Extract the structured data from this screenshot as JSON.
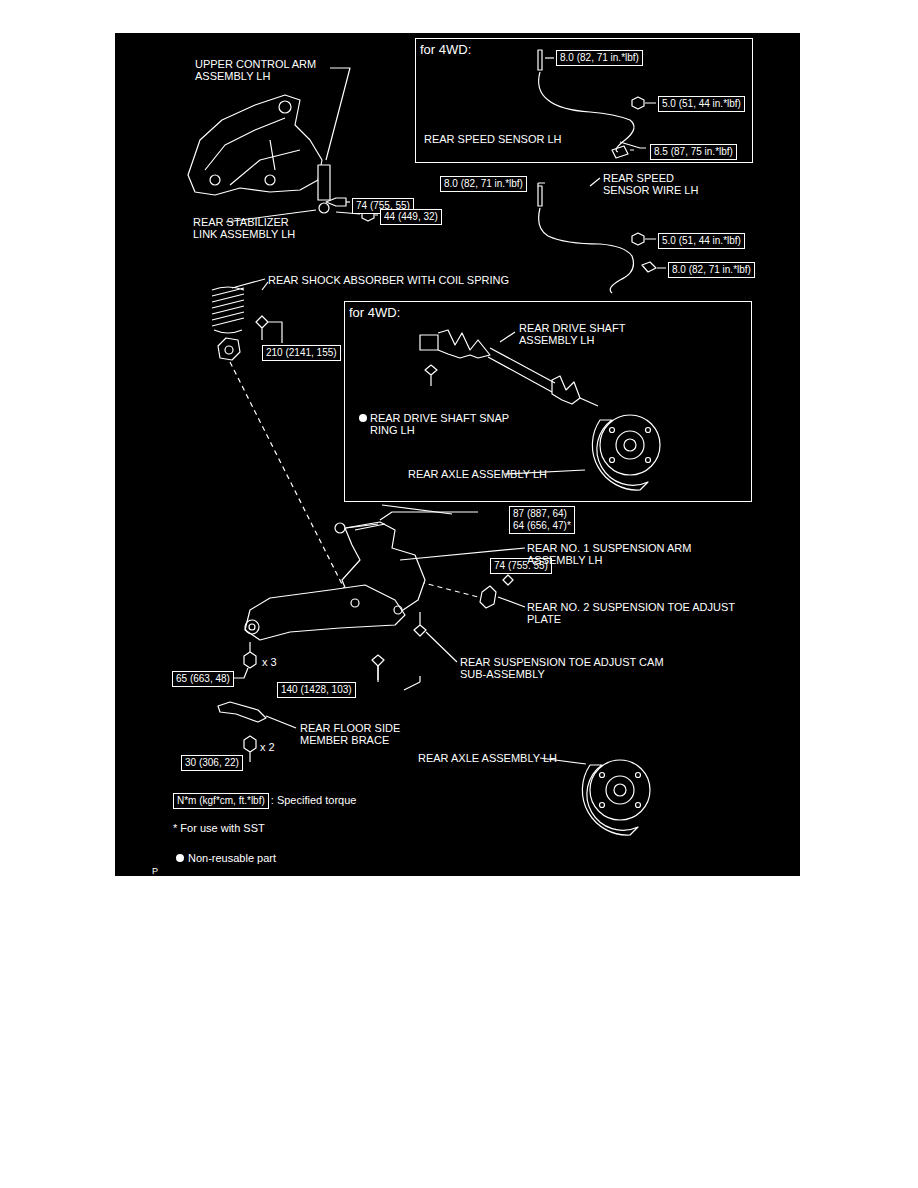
{
  "diagram": {
    "nodes": [
      {
        "text": [
          "for 4WD:"
        ]
      },
      {
        "text": [
          "8.0 (82, 71 in.*lbf)"
        ],
        "in": 0
      },
      {
        "text": [
          "5.0 (51, 44 in.*lbf)"
        ],
        "in": 0
      },
      {
        "text": [
          "8.5 (87, 75 in.*lbf)"
        ],
        "in": 0
      },
      {
        "text": [
          "74 (755, 55)"
        ]
      },
      {
        "text": [
          "8.0 (82, 71 in.*lbf)"
        ]
      },
      {
        "text": [
          "44 (449, 32)"
        ]
      },
      {
        "text": [
          "5.0 (51, 44 in.*lbf)"
        ]
      },
      {
        "text": [
          "8.0 (82, 71 in.*lbf)"
        ]
      },
      {
        "text": [
          "210 (2141, 155)"
        ]
      },
      {
        "text": [
          "for 4WD:"
        ]
      },
      {
        "text": [
          "87 (887, 64)",
          "64 (656, 47)*"
        ]
      },
      {
        "text": [
          "74 (755. 55)"
        ]
      },
      {
        "text": [
          "65 (663, 48)"
        ]
      },
      {
        "text": [
          "140 (1428, 103)"
        ]
      },
      {
        "text": [
          "30 (306, 22)"
        ]
      },
      {
        "text": [
          "N*m (kgf*cm, ft.*lbf)"
        ]
      }
    ],
    "labels": [
      "UPPER CONTROL ARM ASSEMBLY LH",
      "REAR SPEED SENSOR LH",
      "REAR STABILIZER LINK ASSEMBLY LH",
      "REAR SPEED SENSOR WIRE LH",
      "REAR SHOCK ABSORBER WITH COIL SPRING",
      "REAR DRIVE SHAFT ASSEMBLY LH",
      "REAR DRIVE SHAFT SNAP RING LH",
      "REAR AXLE ASSEMBLY LH",
      "REAR NO. 1 SUSPENSION ARM ASSEMBLY LH",
      "REAR NO. 2 SUSPENSION TOE ADJUST PLATE",
      "REAR SUSPENSION TOE ADJUST CAM SUB-ASSEMBLY",
      "x 3",
      "REAR FLOOR SIDE MEMBER BRACE",
      "x 2",
      "REAR AXLE ASSEMBLY LH",
      ": Specified torque",
      "* For use with SST",
      "P"
    ],
    "legend": [
      {
        "text": "Non-reusable part"
      }
    ]
  }
}
